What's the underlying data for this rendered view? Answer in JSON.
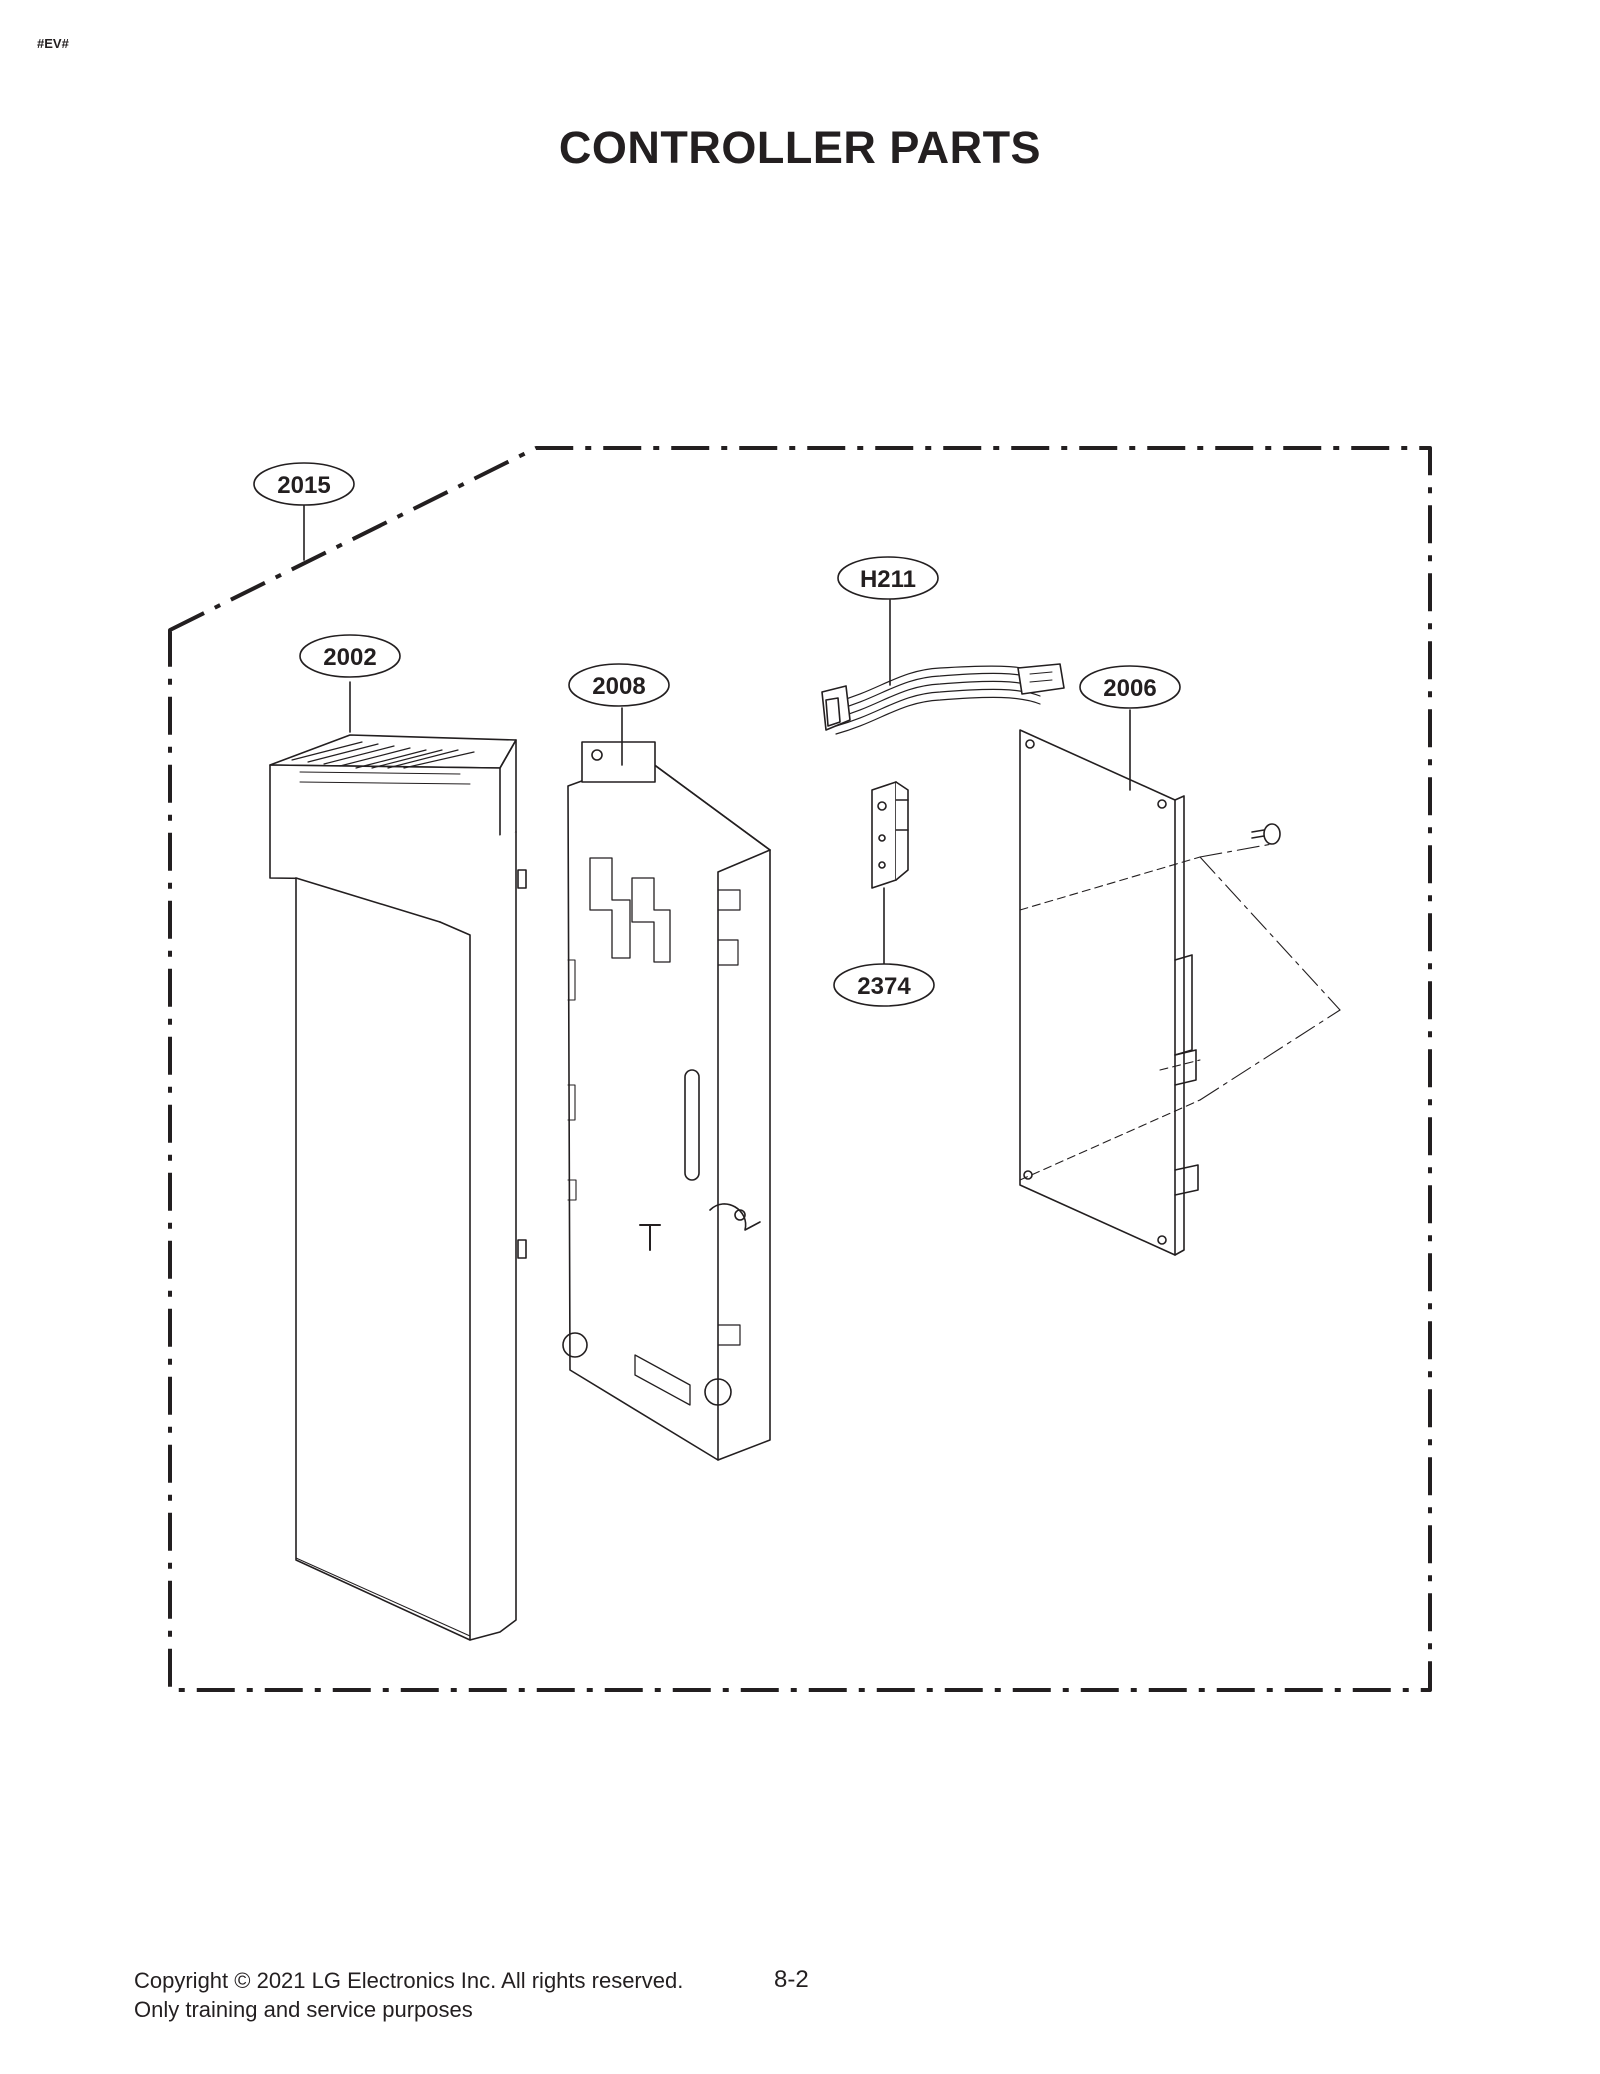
{
  "header": {
    "doc_tag": "#EV#"
  },
  "title": "CONTROLLER PARTS",
  "callouts": {
    "assembly": "2015",
    "front_panel": "2002",
    "bracket": "2008",
    "harness": "H211",
    "pcb_main": "2006",
    "pcb_sub": "2374"
  },
  "footer": {
    "copyright": "Copyright © 2021 LG Electronics Inc. All rights reserved.",
    "note": "Only training and service purposes",
    "page": "8-2"
  }
}
